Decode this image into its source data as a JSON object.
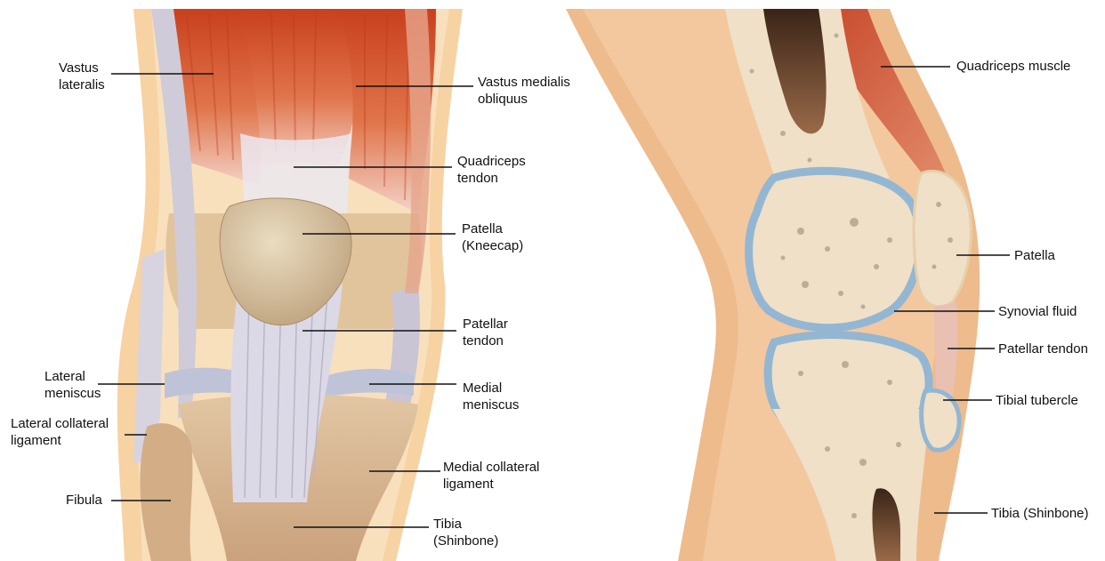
{
  "colors": {
    "skin": "#f6d7a9",
    "skin_side": "#efb98a",
    "muscle": "#d4542b",
    "bone": "#efe0c7",
    "cartilage": "#8fb4d0",
    "ligament": "#c9c6d2",
    "line": "#111111"
  },
  "front_view": {
    "vastus_lateralis": "Vastus\nlateralis",
    "vastus_medialis_obliquus": "Vastus medialis\nobliquus",
    "quadriceps_tendon": "Quadriceps\ntendon",
    "patella": "Patella\n(Kneecap)",
    "patellar_tendon": "Patellar\ntendon",
    "lateral_meniscus": "Lateral\nmeniscus",
    "medial_meniscus": "Medial\nmeniscus",
    "lateral_collateral_ligament": "Lateral collateral\nligament",
    "medial_collateral_ligament": "Medial collateral\nligament",
    "fibula": "Fibula",
    "tibia": "Tibia\n(Shinbone)"
  },
  "side_view": {
    "quadriceps_muscle": "Quadriceps muscle",
    "patella": "Patella",
    "synovial_fluid": "Synovial fluid",
    "patellar_tendon": "Patellar tendon",
    "tibial_tubercle": "Tibial tubercle",
    "tibia": "Tibia (Shinbone)"
  }
}
